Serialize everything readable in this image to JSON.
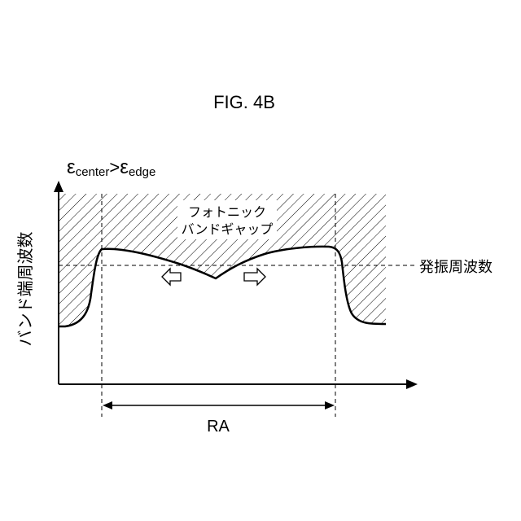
{
  "figure": {
    "title": "FIG. 4B",
    "condition": {
      "left": "ε",
      "left_sub": "center",
      "operator": ">",
      "right": "ε",
      "right_sub": "edge"
    },
    "y_axis_label": "バンド端周波数",
    "x_axis_label": "RA",
    "bandgap_label": [
      "フォトニック",
      "バンドギャップ"
    ],
    "oscillation_label": "発振周波数"
  }
}
